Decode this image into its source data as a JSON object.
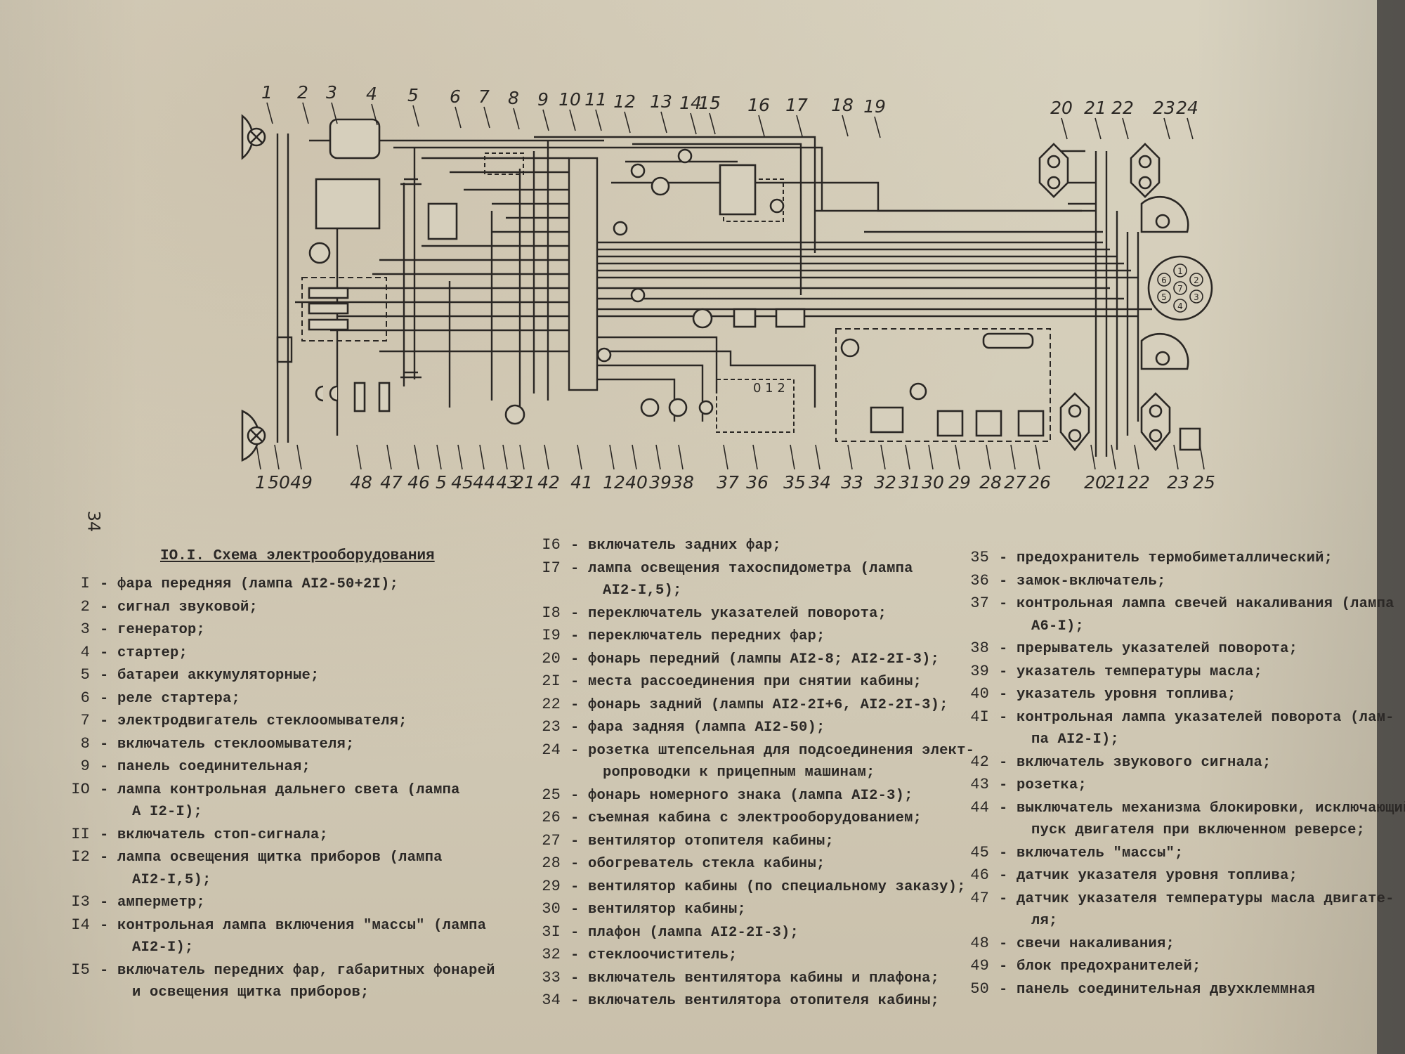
{
  "page_number": "34",
  "diagram": {
    "top_labels": [
      "1",
      "2",
      "3",
      "4",
      "5",
      "6",
      "7",
      "8",
      "9",
      "10",
      "11",
      "12",
      "13",
      "14",
      "15",
      "16",
      "17",
      "18",
      "19",
      "20",
      "21",
      "22",
      "23",
      "24"
    ],
    "bottom_labels": [
      "1",
      "50",
      "49",
      "48",
      "47",
      "46",
      "5",
      "45",
      "44",
      "43",
      "21",
      "42",
      "41",
      "12",
      "40",
      "39",
      "38",
      "37",
      "36",
      "35",
      "34",
      "33",
      "32",
      "31",
      "30",
      "29",
      "28",
      "27",
      "26",
      "20",
      "21",
      "22",
      "23",
      "25"
    ],
    "switch_positions": "0 1 2",
    "socket_pins": [
      "1",
      "2",
      "3",
      "4",
      "5",
      "6",
      "7"
    ]
  },
  "legend": {
    "title": "IO.I. Схема электрооборудования",
    "col1": [
      {
        "num": "I",
        "text": "- фара передняя (лампа AI2-50+2I);"
      },
      {
        "num": "2",
        "text": "- сигнал звуковой;"
      },
      {
        "num": "3",
        "text": "- генератор;"
      },
      {
        "num": "4",
        "text": "- стартер;"
      },
      {
        "num": "5",
        "text": "- батареи аккумуляторные;"
      },
      {
        "num": "6",
        "text": "- реле стартера;"
      },
      {
        "num": "7",
        "text": "- электродвигатель стеклоомывателя;"
      },
      {
        "num": "8",
        "text": "- включатель стеклоомывателя;"
      },
      {
        "num": "9",
        "text": "- панель соединительная;"
      },
      {
        "num": "IO",
        "text": "- лампа контрольная дальнего света (лампа",
        "cont": "A I2-I);"
      },
      {
        "num": "II",
        "text": "- включатель стоп-сигнала;"
      },
      {
        "num": "I2",
        "text": "- лампа освещения щитка приборов (лампа",
        "cont": "AI2-I,5);"
      },
      {
        "num": "I3",
        "text": "- амперметр;"
      },
      {
        "num": "I4",
        "text": "- контрольная лампа включения \"массы\" (лампа",
        "cont": "AI2-I);"
      },
      {
        "num": "I5",
        "text": "- включатель передних фар, габаритных фонарей",
        "cont": "и освещения щитка приборов;"
      }
    ],
    "col2": [
      {
        "num": "I6",
        "text": "- включатель задних фар;"
      },
      {
        "num": "I7",
        "text": "- лампа освещения тахоспидометра (лампа",
        "cont": "AI2-I,5);"
      },
      {
        "num": "I8",
        "text": "- переключатель указателей поворота;"
      },
      {
        "num": "I9",
        "text": "- переключатель передних фар;"
      },
      {
        "num": "20",
        "text": "- фонарь передний (лампы AI2-8; AI2-2I-3);"
      },
      {
        "num": "2I",
        "text": "- места рассоединения при снятии кабины;"
      },
      {
        "num": "22",
        "text": "- фонарь задний (лампы AI2-2I+6, AI2-2I-3);"
      },
      {
        "num": "23",
        "text": "- фара задняя (лампа AI2-50);"
      },
      {
        "num": "24",
        "text": "- розетка штепсельная для подсоединения элект-",
        "cont": "ропроводки к прицепным машинам;"
      },
      {
        "num": "25",
        "text": "- фонарь номерного знака (лампа AI2-3);"
      },
      {
        "num": "26",
        "text": "- съемная кабина с электрооборудованием;"
      },
      {
        "num": "27",
        "text": "- вентилятор отопителя кабины;"
      },
      {
        "num": "28",
        "text": "- обогреватель стекла кабины;"
      },
      {
        "num": "29",
        "text": "- вентилятор кабины (по специальному заказу);"
      },
      {
        "num": "30",
        "text": "- вентилятор кабины;"
      },
      {
        "num": "3I",
        "text": "- плафон (лампа AI2-2I-3);"
      },
      {
        "num": "32",
        "text": "- стеклоочиститель;"
      },
      {
        "num": "33",
        "text": "- включатель вентилятора кабины и плафона;"
      },
      {
        "num": "34",
        "text": "- включатель вентилятора отопителя кабины;"
      }
    ],
    "col3": [
      {
        "num": "35",
        "text": "- предохранитель термобиметаллический;"
      },
      {
        "num": "36",
        "text": "- замок-включатель;"
      },
      {
        "num": "37",
        "text": "- контрольная лампа свечей накаливания (лампа",
        "cont": "A6-I);"
      },
      {
        "num": "38",
        "text": "- прерыватель указателей поворота;"
      },
      {
        "num": "39",
        "text": "- указатель температуры масла;"
      },
      {
        "num": "40",
        "text": "- указатель уровня топлива;"
      },
      {
        "num": "4I",
        "text": "- контрольная лампа указателей поворота (лам-",
        "cont": "па AI2-I);"
      },
      {
        "num": "42",
        "text": "- включатель звукового сигнала;"
      },
      {
        "num": "43",
        "text": "- розетка;"
      },
      {
        "num": "44",
        "text": "- выключатель механизма блокировки, исключающий",
        "cont": "пуск двигателя при включенном реверсе;"
      },
      {
        "num": "45",
        "text": "- включатель \"массы\";"
      },
      {
        "num": "46",
        "text": "- датчик указателя уровня топлива;"
      },
      {
        "num": "47",
        "text": "- датчик указателя температуры масла двигате-",
        "cont": "ля;"
      },
      {
        "num": "48",
        "text": "- свечи накаливания;"
      },
      {
        "num": "49",
        "text": "- блок предохранителей;"
      },
      {
        "num": "50",
        "text": "- панель соединительная двухклеммная"
      }
    ]
  }
}
